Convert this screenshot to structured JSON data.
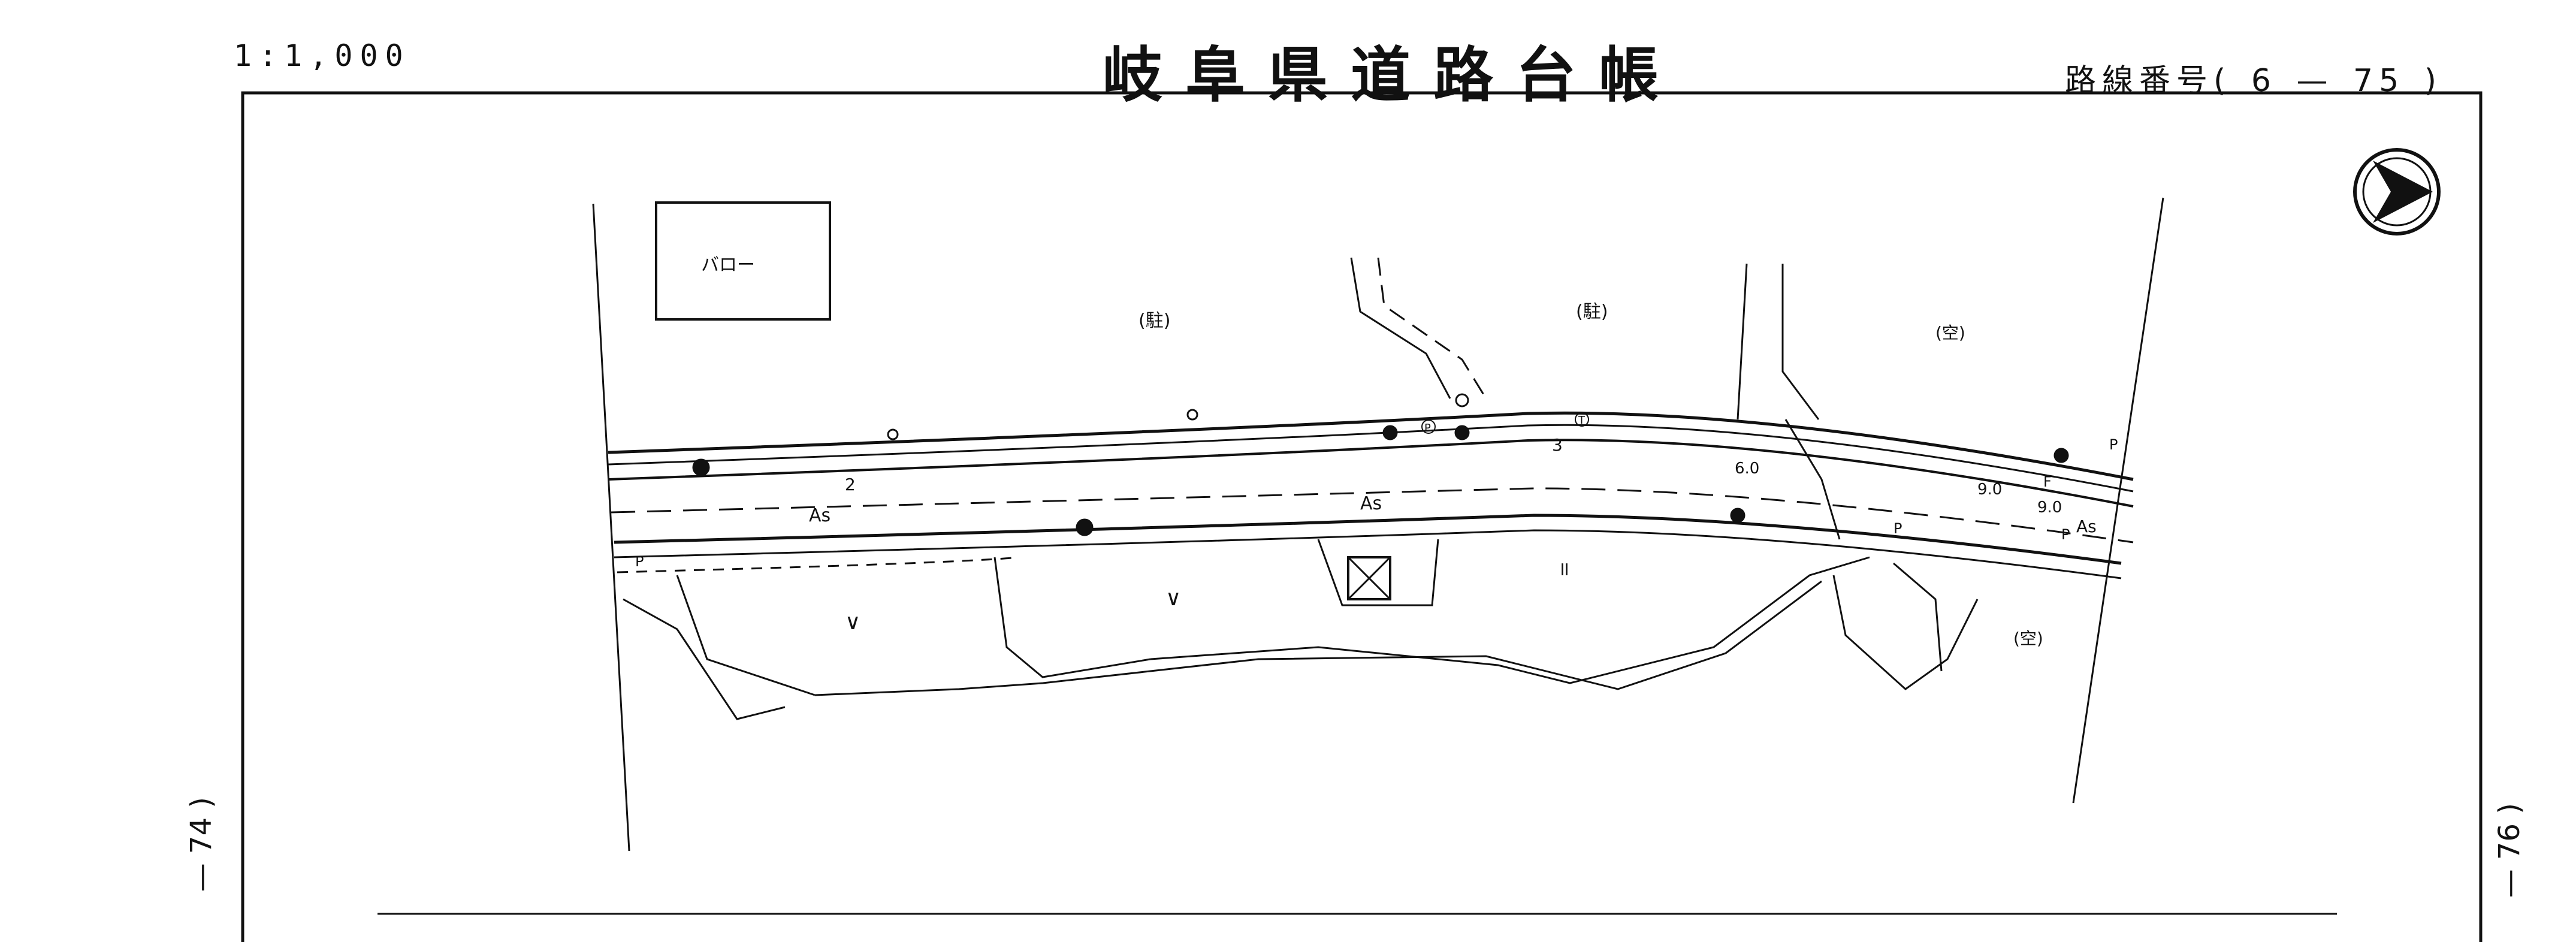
{
  "header": {
    "scale": "1:1,000",
    "title": "岐阜県道路台帳",
    "route_label": "路線番号(",
    "route_a": "6",
    "route_dash": "—",
    "route_b": "75",
    "route_close": ")"
  },
  "side_labels": {
    "prev_sheet": "— 74 )",
    "next_sheet": "— 76 )"
  },
  "map": {
    "building_label": "バロー",
    "parking_left": "(駐)",
    "parking_right": "(駐)",
    "vacant_top_right": "(空)",
    "vacant_bottom_right": "(空)",
    "pavement_1": "As",
    "pavement_2": "As",
    "pavement_3": "As",
    "station_2": "2",
    "station_3": "3",
    "width_a": "6.0",
    "width_b": "9.0",
    "width_c": "9.0",
    "field_mark_1": "∨",
    "field_mark_2": "∨",
    "field_mark_3": "॥",
    "pole_p1": "P",
    "pole_p2": "P",
    "pole_p3": "P",
    "pole_p4": "P",
    "pole_f": "F",
    "circled_p": "P",
    "circled_t": "T"
  },
  "colors": {
    "ink": "#111111",
    "paper": "#ffffff"
  }
}
